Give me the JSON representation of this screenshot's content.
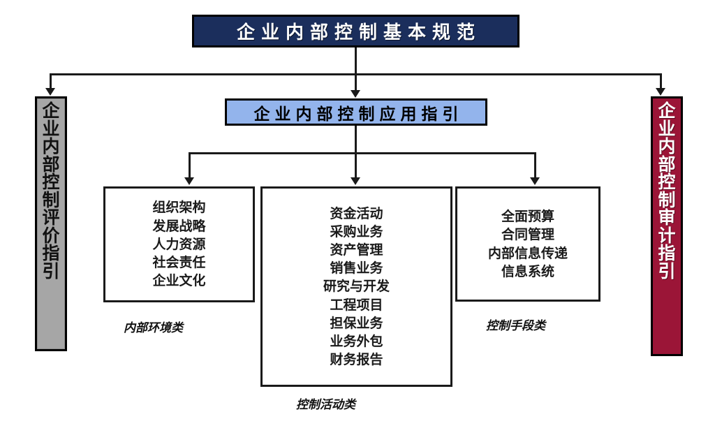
{
  "diagram": {
    "title_box": {
      "label": "企业内部控制基本规范"
    },
    "apply_box": {
      "label": "企业内部控制应用指引"
    },
    "left_pillar": {
      "label": "企业内部控制评价指引",
      "chars": [
        "企",
        "业",
        "内",
        "部",
        "控",
        "制",
        "评",
        "价",
        "指",
        "引"
      ],
      "color": "#a6a6a6",
      "text_color": "#111111"
    },
    "right_pillar": {
      "label": "企业内部控制审计指引",
      "chars": [
        "企",
        "业",
        "内",
        "部",
        "控",
        "制",
        "审",
        "计",
        "指",
        "引"
      ],
      "color": "#9b1537",
      "text_color": "#ffffff"
    },
    "groups": [
      {
        "caption": "内部环境类",
        "items": [
          "组织架构",
          "发展战略",
          "人力资源",
          "社会责任",
          "企业文化"
        ]
      },
      {
        "caption": "控制活动类",
        "items": [
          "资金活动",
          "采购业务",
          "资产管理",
          "销售业务",
          "研究与开发",
          "工程项目",
          "担保业务",
          "业务外包",
          "财务报告"
        ]
      },
      {
        "caption": "控制手段类",
        "items": [
          "全面预算",
          "合同管理",
          "内部信息传递",
          "信息系统"
        ]
      }
    ],
    "colors": {
      "title_bg": "#1b2e5c",
      "title_fg": "#ffffff",
      "apply_bg": "#93b4ec",
      "apply_fg": "#000000",
      "line": "#1a1a1a",
      "page_bg": "#ffffff"
    }
  }
}
